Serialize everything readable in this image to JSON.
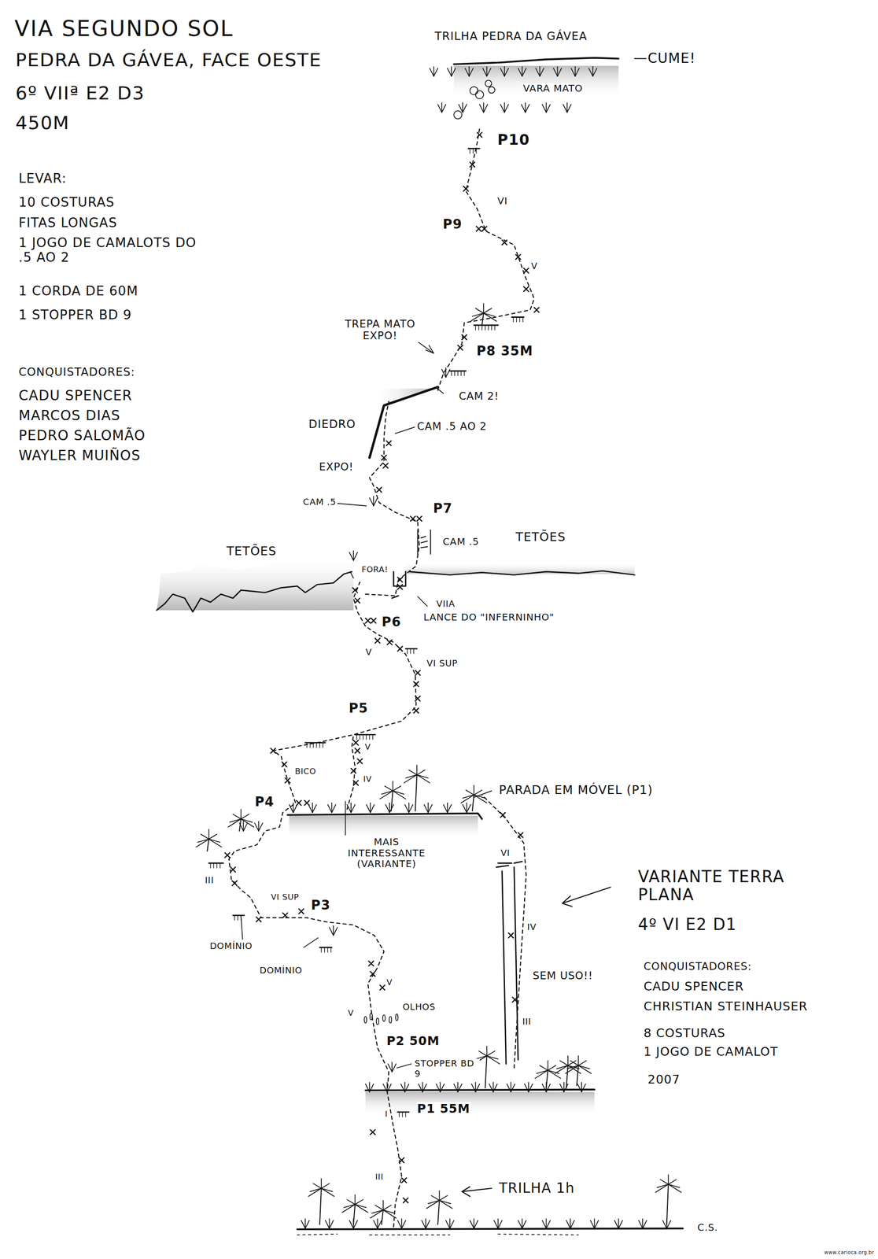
{
  "diagram": {
    "title": "VIA SEGUNDO SOL",
    "labels": [
      "PEDRA DA GÁVEA, FACE OESTE",
      "6º VIIª E2 D3",
      "450M",
      "LEVAR:",
      "10 COSTURAS",
      "FITAS LONGAS",
      "1 JOGO DE CAMALOTS DO .5 AO 2",
      "1 CORDA DE 60M",
      "1 STOPPER BD 9",
      "CONQUISTADORES:",
      "CADU SPENCER",
      "MARCOS DIAS",
      "PEDRO SALOMÃO",
      "WAYLER MUIÑOS",
      "TRILHA PEDRA DA GÁVEA",
      "CUME!",
      "VARA MATO",
      "P10",
      "VI",
      "P9",
      "V",
      "TREPA MATO EXPO!",
      "P8 35M",
      "CAM 2!",
      "DIEDRO",
      "CAM .5 AO 2",
      "EXPO!",
      "CAM .5",
      "P7",
      "CAM .5",
      "TETÕES",
      "TETÕES",
      "FORA!",
      "VIIA",
      "LANCE DO \"INFERNINHO\"",
      "P6",
      "V",
      "VI SUP",
      "P5",
      "V",
      "BICO",
      "IV",
      "P4",
      "MAIS INTERESSANTE (VARIANTE)",
      "PARADA EM MÓVEL (P1)",
      "VI",
      "VARIANTE TERRA PLANA",
      "4º VI E2 D1",
      "IV",
      "SEM USO!!",
      "III",
      "CONQUISTADORES:",
      "CADU SPENCER",
      "CHRISTIAN STEINHAUSER",
      "8 COSTURAS",
      "1 JOGO DE CAMALOT",
      "2007",
      "III",
      "VI SUP",
      "P3",
      "DOMÍNIO",
      "DOMÍNIO",
      "V",
      "OLHOS",
      "V",
      "P2 50M",
      "STOPPER BD 9",
      "I",
      "P1 55M",
      "III",
      "TRILHA 1h",
      "C.S.",
      "www.carioca.org.br"
    ]
  }
}
